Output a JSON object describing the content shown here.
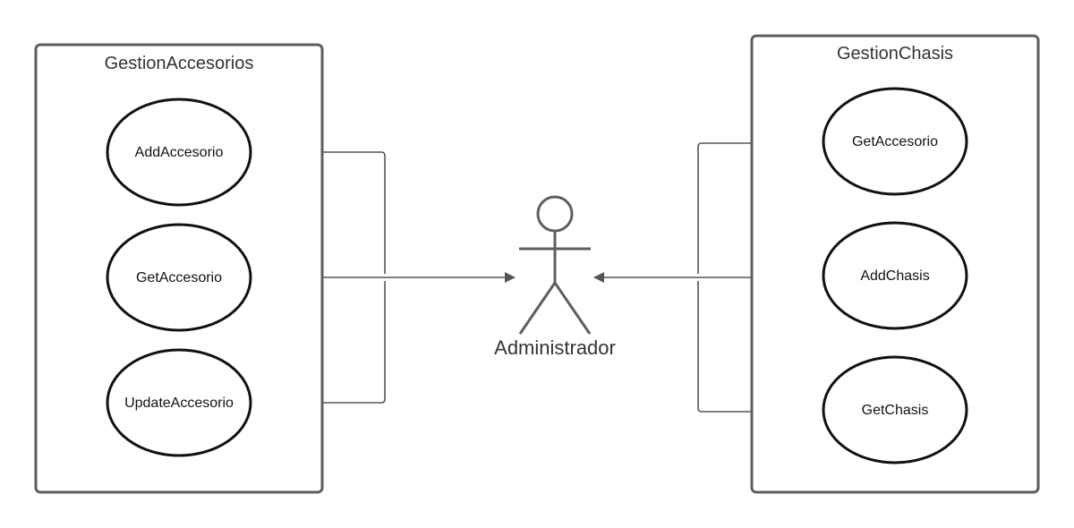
{
  "diagram": {
    "left_boundary": {
      "title": "GestionAccesorios",
      "usecases": [
        "AddAccesorio",
        "GetAccesorio",
        "UpdateAccesorio"
      ]
    },
    "right_boundary": {
      "title": "GestionChasis",
      "usecases": [
        "GetAccesorio",
        "AddChasis",
        "GetChasis"
      ]
    },
    "actor": {
      "name": "Administrador"
    },
    "colors": {
      "boundary_stroke": "#5e5e5e",
      "usecase_stroke": "#111111",
      "connector": "#555555",
      "text": "#333333"
    }
  }
}
